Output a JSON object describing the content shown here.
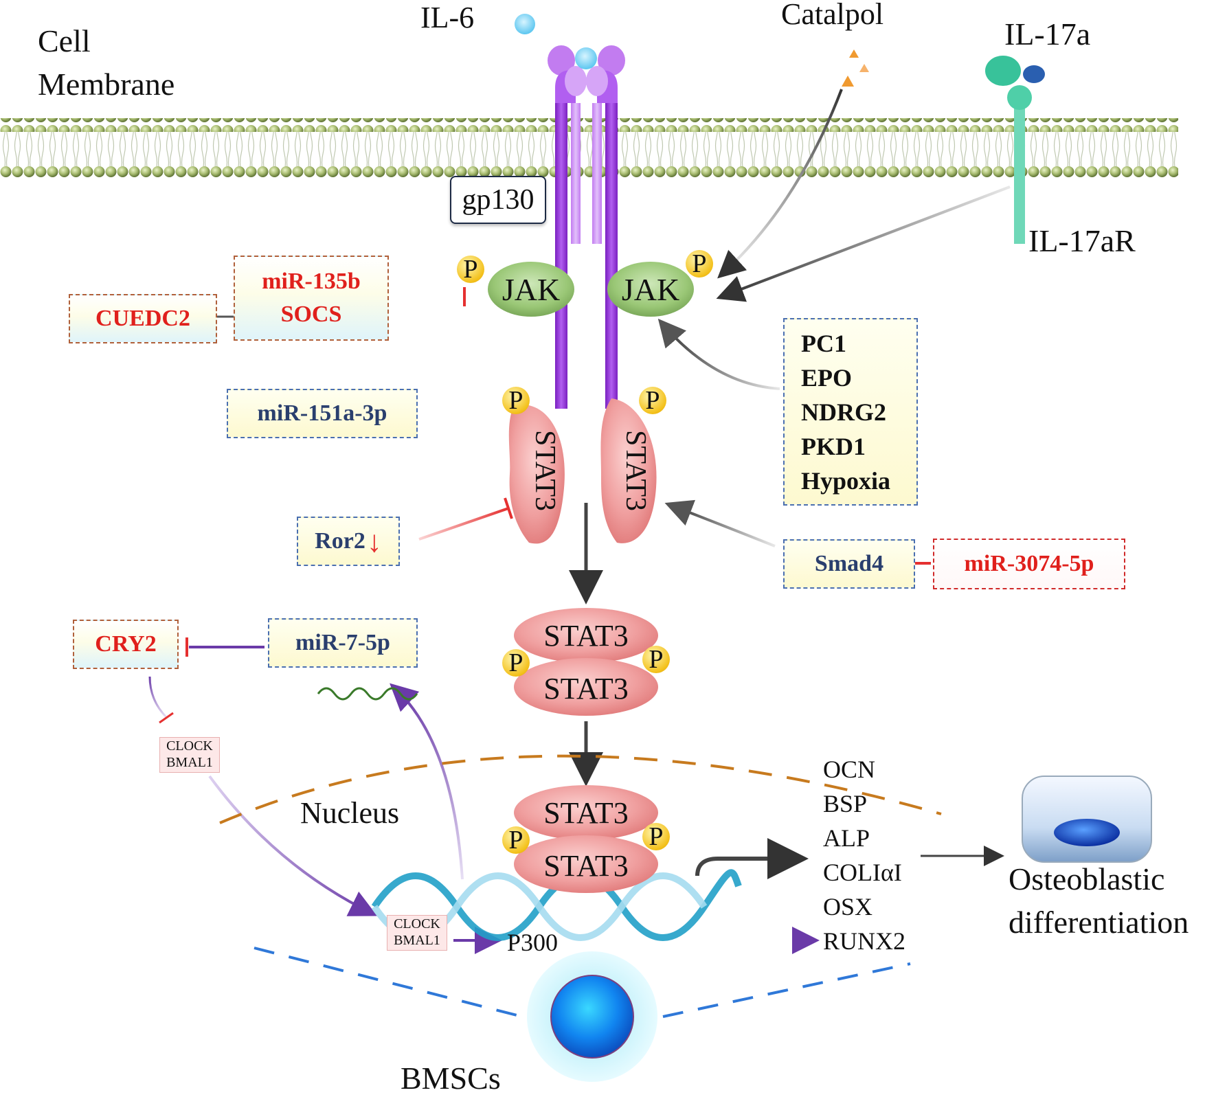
{
  "labels": {
    "cell_membrane_line1": "Cell",
    "cell_membrane_line2": "Membrane",
    "il6": "IL-6",
    "catalpol": "Catalpol",
    "il17a": "IL-17a",
    "il17ar": "IL-17aR",
    "gp130": "gp130",
    "jak": "JAK",
    "phospho": "P",
    "stat3": "STAT3",
    "nucleus": "Nucleus",
    "bmscs": "BMSCs",
    "osteo_line1": "Osteoblastic",
    "osteo_line2": "differentiation",
    "p300": "P300",
    "clock": "CLOCK",
    "bmal1": "BMAL1"
  },
  "regulators": {
    "cuedc2": "CUEDC2",
    "mir135b": "miR-135b",
    "socs": "SOCS",
    "mir151a": "miR-151a-3p",
    "ror2": "Ror2",
    "ror2_arrow": "↓",
    "cry2": "CRY2",
    "mir7": "miR-7-5p",
    "smad4": "Smad4",
    "mir3074": "miR-3074-5p"
  },
  "activators": [
    "PC1",
    "EPO",
    "NDRG2",
    "PKD1",
    "Hypoxia"
  ],
  "osteo_genes": [
    "OCN",
    "BSP",
    "ALP",
    "COLIαI",
    "OSX",
    "RUNX2"
  ],
  "colors": {
    "membrane": "#9bb06a",
    "receptor": "#a24ad8",
    "jak": "#9ac776",
    "stat3": "#ec8a8a",
    "phospho": "#f3c01a",
    "inhibit": "#e53030",
    "activate": "#444444",
    "clock_path": "#6a3aa8",
    "nucleus_border": "#c77a1e",
    "bmsc_border": "#2f78d8",
    "il17r": "#4fcfa8",
    "catalpol": "#f09a30"
  }
}
